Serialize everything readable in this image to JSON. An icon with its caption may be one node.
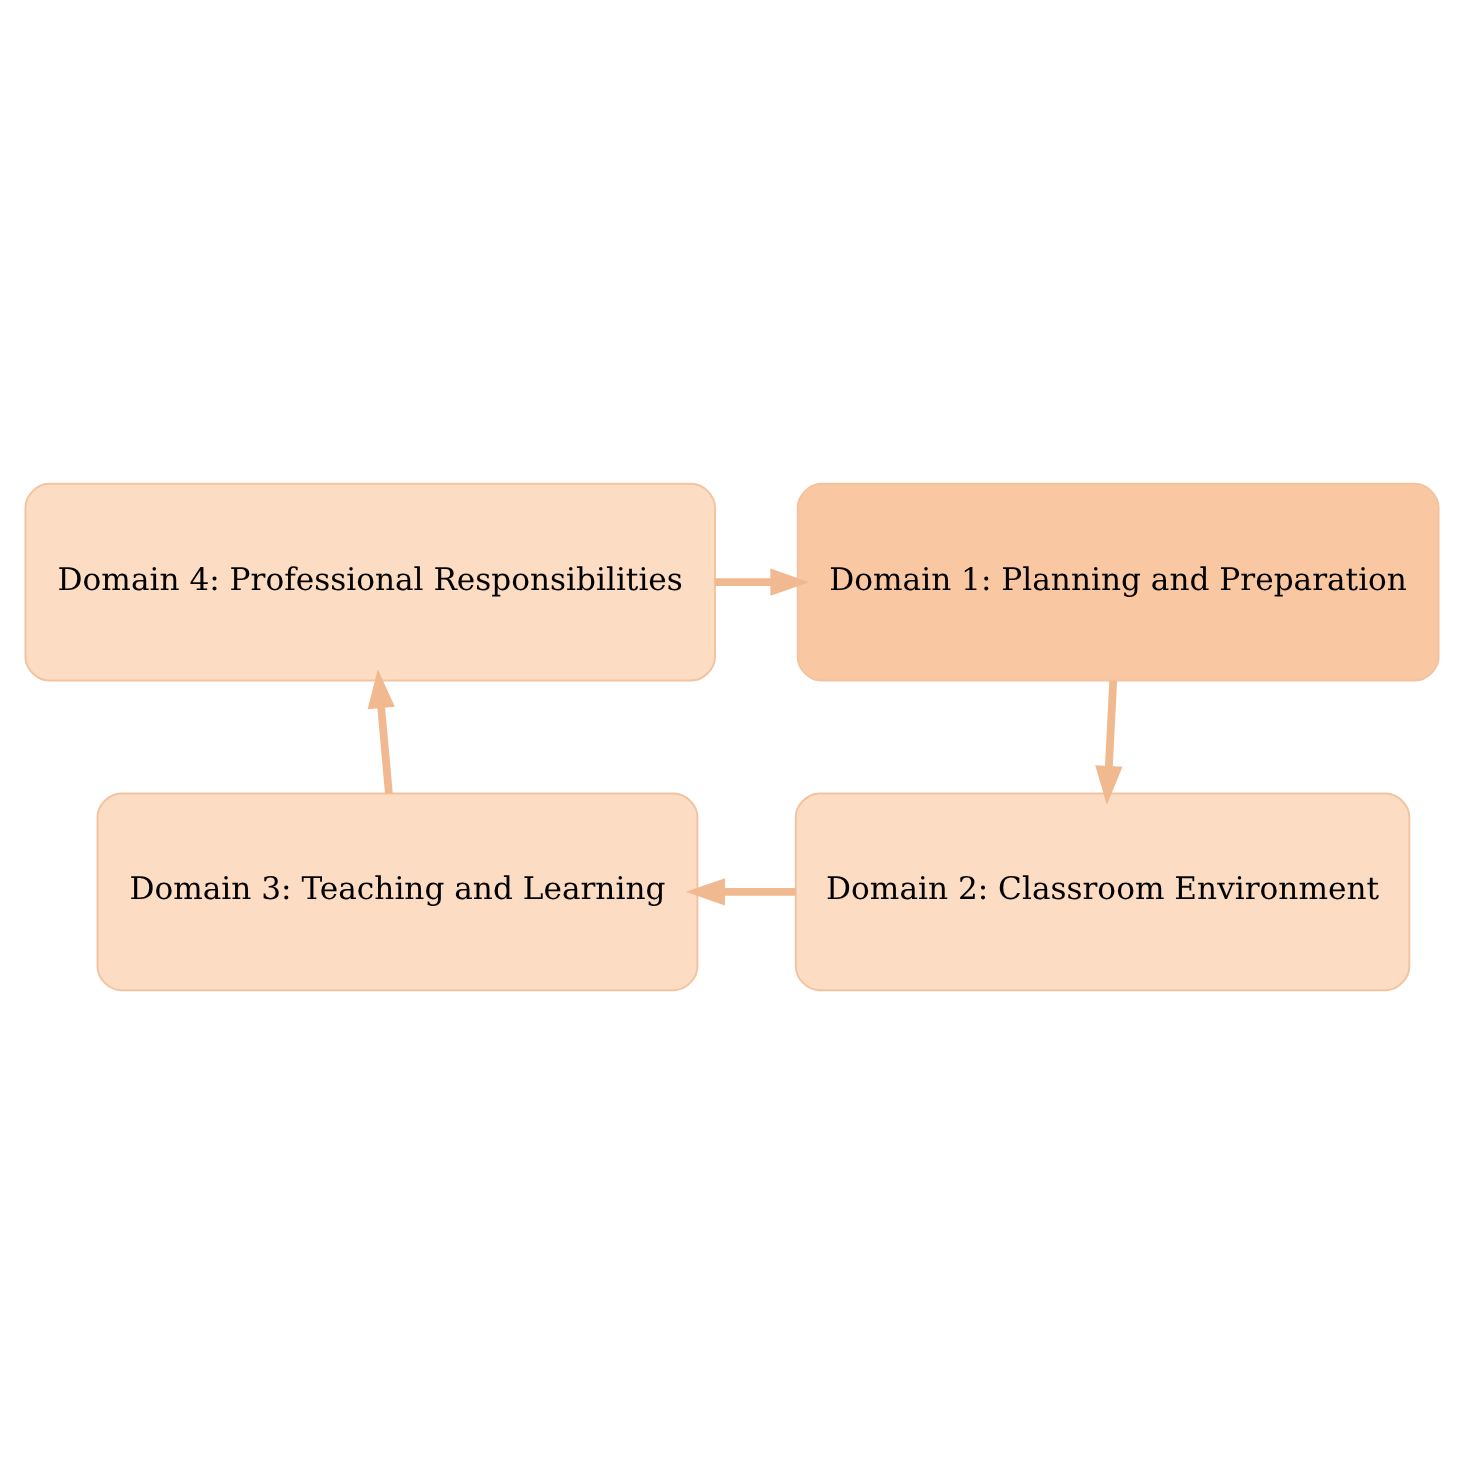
{
  "diagram": {
    "nodes": [
      {
        "text": [
          "Domain 1: Planning and Preparation"
        ]
      },
      {
        "text": [
          "Domain 2: Classroom Environment"
        ]
      },
      {
        "text": [
          "Domain 3: Teaching and Learning"
        ]
      },
      {
        "text": [
          "Domain 4: Professional Responsibilities"
        ]
      }
    ],
    "edges": [
      {
        "from": 0,
        "to": 1,
        "arrow": "to"
      },
      {
        "from": 1,
        "to": 2,
        "arrow": "to"
      },
      {
        "from": 2,
        "to": 3,
        "arrow": "to"
      },
      {
        "from": 3,
        "to": 0,
        "arrow": "to"
      }
    ]
  }
}
